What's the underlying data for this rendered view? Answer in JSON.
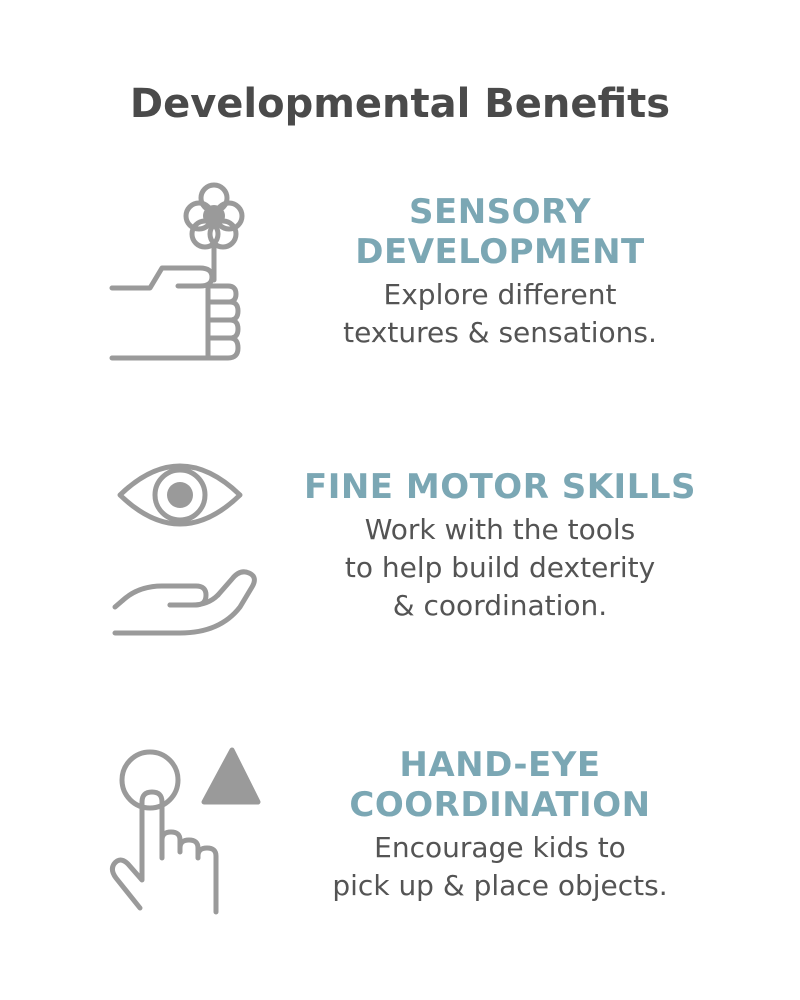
{
  "title": "Developmental Benefits",
  "colors": {
    "heading": "#7ba7b4",
    "body_text": "#545454",
    "title": "#4a4a4a",
    "icon": "#9a9a9a"
  },
  "benefits": [
    {
      "icon": "hand-holding-flower-icon",
      "heading_lines": [
        "SENSORY",
        "DEVELOPMENT"
      ],
      "description_lines": [
        "Explore different",
        "textures & sensations."
      ]
    },
    {
      "icon": "eye-over-hand-icon",
      "heading_lines": [
        "FINE MOTOR SKILLS"
      ],
      "description_lines": [
        "Work with the tools",
        "to help build dexterity",
        "& coordination."
      ]
    },
    {
      "icon": "finger-pointing-shapes-icon",
      "heading_lines": [
        "HAND-EYE",
        "COORDINATION"
      ],
      "description_lines": [
        "Encourage kids to",
        "pick up & place objects."
      ]
    }
  ]
}
